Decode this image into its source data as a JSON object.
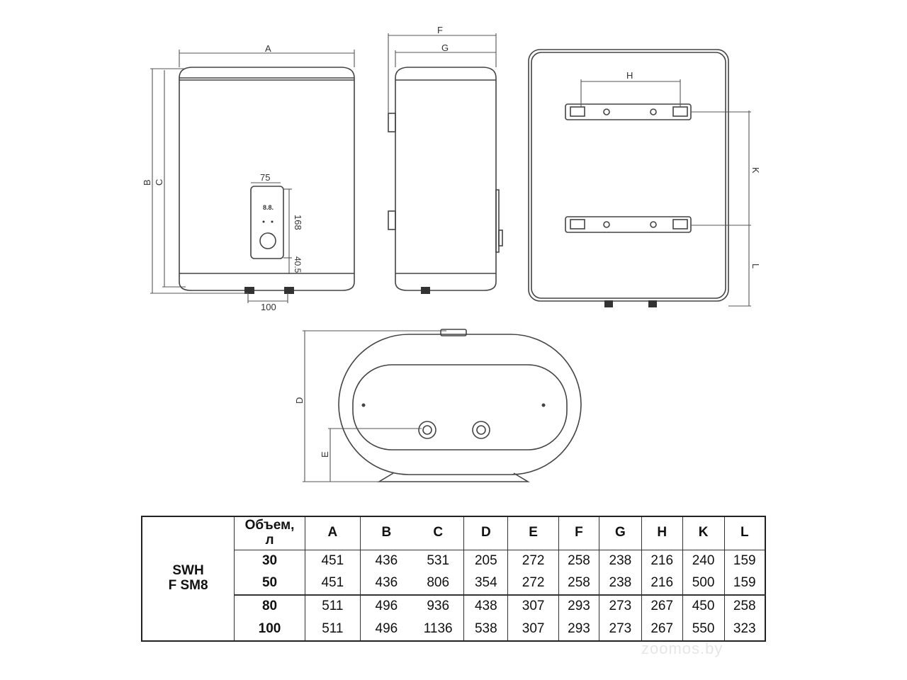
{
  "drawing": {
    "front_view": {
      "dim_A": "A",
      "dim_B": "B",
      "dim_C": "C",
      "panel_width": "75",
      "panel_height": "168",
      "panel_offset": "40.5",
      "pipe_spacing": "100"
    },
    "side_view": {
      "dim_F": "F",
      "dim_G": "G"
    },
    "back_view": {
      "dim_H": "H",
      "dim_K": "K",
      "dim_L": "L"
    },
    "bottom_view": {
      "dim_D": "D",
      "dim_E": "E"
    }
  },
  "table": {
    "model": [
      "SWH",
      "F SM8"
    ],
    "headers": [
      "Объем,",
      "л",
      "A",
      "B",
      "C",
      "D",
      "E",
      "F",
      "G",
      "H",
      "K",
      "L"
    ],
    "rows": [
      [
        "30",
        "451",
        "436",
        "531",
        "205",
        "272",
        "258",
        "238",
        "216",
        "240",
        "159"
      ],
      [
        "50",
        "451",
        "436",
        "806",
        "354",
        "272",
        "258",
        "238",
        "216",
        "500",
        "159"
      ],
      [
        "80",
        "511",
        "496",
        "936",
        "438",
        "307",
        "293",
        "273",
        "267",
        "450",
        "258"
      ],
      [
        "100",
        "511",
        "496",
        "1136",
        "538",
        "307",
        "293",
        "273",
        "267",
        "550",
        "323"
      ]
    ]
  },
  "watermark": "zoomos.by"
}
